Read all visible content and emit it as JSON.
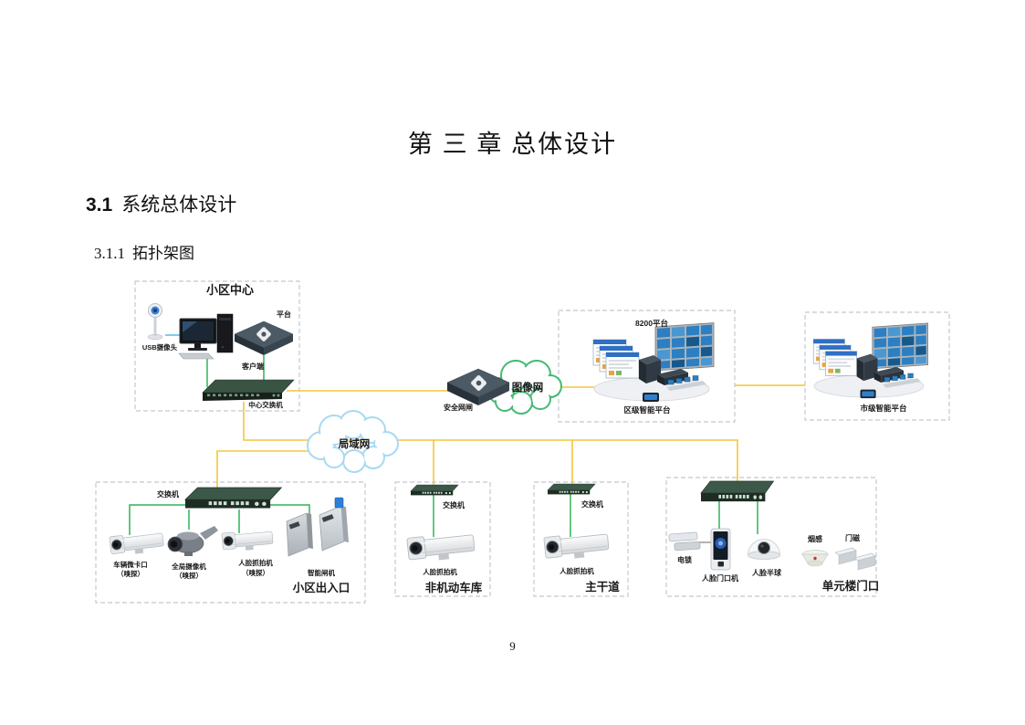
{
  "title": "第 三 章 总体设计",
  "section": {
    "number": "3.1",
    "title": "系统总体设计"
  },
  "subsection": {
    "number": "3.1.1",
    "title": "拓扑架图"
  },
  "page": {
    "number": "9"
  },
  "colors": {
    "line_yellow": "#F3C53D",
    "line_green": "#2FB457",
    "line_blue": "#7FCDEE",
    "cloud_green": "#45BA74",
    "cloud_blue": "#A8D9F2",
    "box_dash": "#C3C8D0",
    "switch_green": "#31493A",
    "screen_blue": "#2B7FC2"
  },
  "diagram": {
    "community_center": {
      "title": "小区中心",
      "usb_camera": "USB摄像头",
      "platform": "平台",
      "client": "客户端",
      "central_switch": "中心交换机"
    },
    "gateway": "安全网闸",
    "image_network": "图像网",
    "lan": "局域网",
    "district": {
      "title": "8200平台",
      "caption": "区级智能平台"
    },
    "city": {
      "caption": "市级智能平台"
    },
    "entrance": {
      "switch": "交换机",
      "vehicle_checkpoint": "车辆微卡口",
      "global_camera": "全局摄像机",
      "face_capture": "人脸抓拍机",
      "sniff": "（嗅探）",
      "smart_gate": "智能闸机",
      "caption": "小区出入口"
    },
    "garage": {
      "switch": "交换机",
      "face_capture": "人脸抓拍机",
      "caption": "非机动车库"
    },
    "road": {
      "switch": "交换机",
      "face_capture": "人脸抓拍机",
      "caption": "主干道"
    },
    "unit": {
      "electric_lock": "电锁",
      "face_door_station": "人脸门口机",
      "face_dome": "人脸半球",
      "smoke_sensor": "烟感",
      "door_magnet": "门磁",
      "caption": "单元楼门口"
    }
  }
}
